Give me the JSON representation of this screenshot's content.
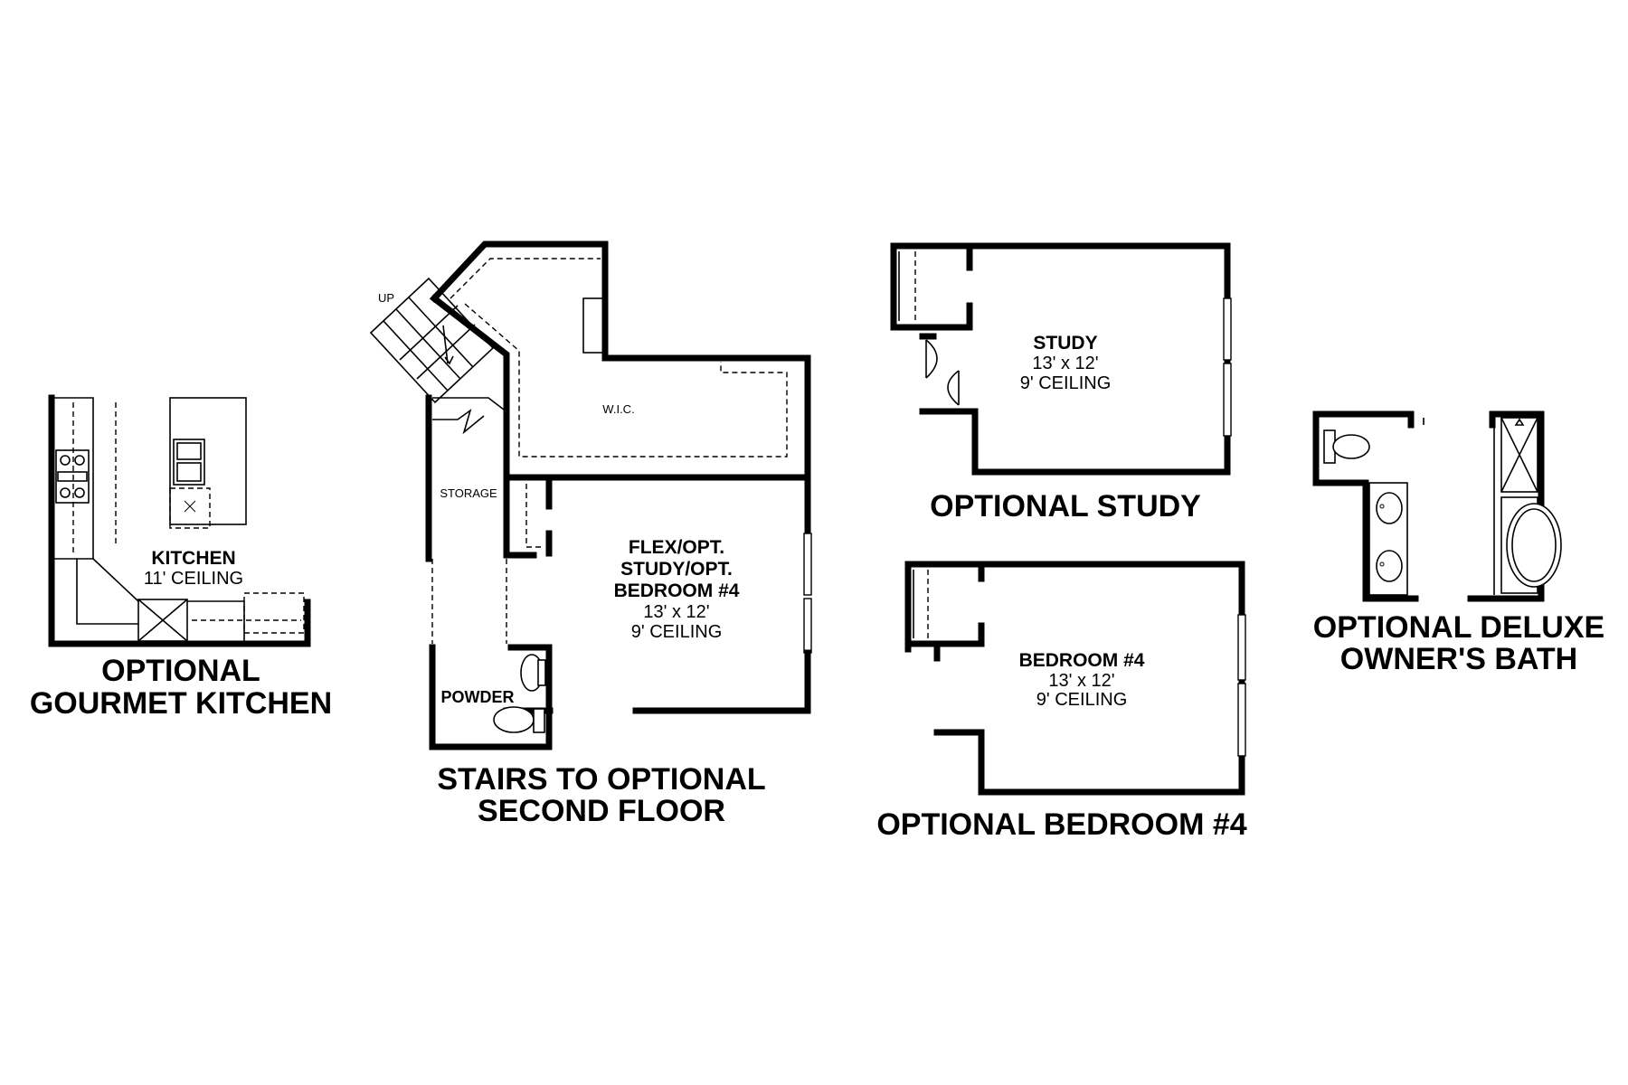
{
  "kitchen": {
    "title_line1": "OPTIONAL",
    "title_line2": "GOURMET KITCHEN",
    "room_name": "KITCHEN",
    "ceiling": "11' CEILING"
  },
  "stairs": {
    "title_line1": "STAIRS TO OPTIONAL",
    "title_line2": "SECOND FLOOR",
    "up_label": "UP",
    "wic_label": "W.I.C.",
    "storage_label": "STORAGE",
    "powder_label": "POWDER",
    "flex_line1": "FLEX/OPT.",
    "flex_line2": "STUDY/OPT.",
    "flex_line3": "BEDROOM #4",
    "flex_size": "13' x 12'",
    "flex_ceiling": "9' CEILING"
  },
  "study": {
    "title": "OPTIONAL STUDY",
    "room_name": "STUDY",
    "size": "13' x 12'",
    "ceiling": "9' CEILING"
  },
  "bedroom": {
    "title": "OPTIONAL BEDROOM #4",
    "room_name": "BEDROOM #4",
    "size": "13' x 12'",
    "ceiling": "9' CEILING"
  },
  "bath": {
    "title_line1": "OPTIONAL DELUXE",
    "title_line2": "OWNER'S BATH"
  }
}
